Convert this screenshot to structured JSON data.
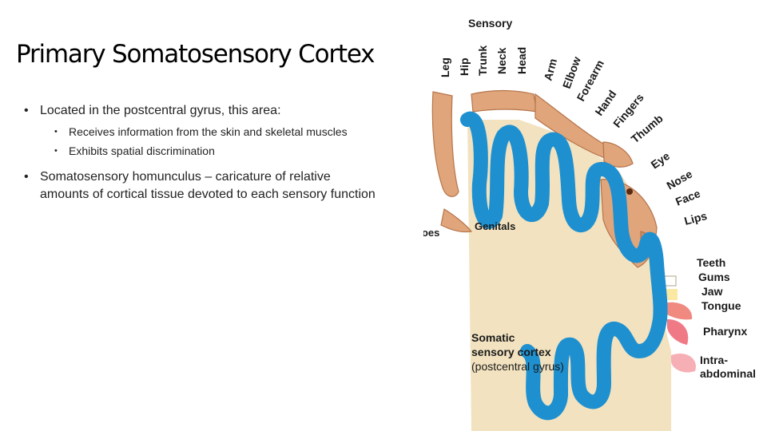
{
  "title": "Primary Somatosensory Cortex",
  "bullets": [
    {
      "text": "Located in the postcentral gyrus, this area:",
      "sub": [
        "Receives information from the skin and skeletal muscles",
        "Exhibits spatial discrimination"
      ]
    },
    {
      "text": "Somatosensory homunculus – caricature of relative amounts of cortical tissue devoted to each sensory function"
    }
  ],
  "figure": {
    "heading": "Sensory",
    "labels": {
      "leg": "Leg",
      "hip": "Hip",
      "trunk": "Trunk",
      "neck": "Neck",
      "head": "Head",
      "arm": "Arm",
      "elbow": "Elbow",
      "forearm": "Forearm",
      "hand": "Hand",
      "fingers": "Fingers",
      "thumb": "Thumb",
      "eye": "Eye",
      "nose": "Nose",
      "face": "Face",
      "lips": "Lips",
      "teeth": "Teeth",
      "gums": "Gums",
      "jaw": "Jaw",
      "tongue": "Tongue",
      "pharynx": "Pharynx",
      "intra1": "Intra-",
      "intra2": "abdominal",
      "genitals": "Genitals",
      "toes": "Toes"
    },
    "cortex_label": {
      "line1": "Somatic",
      "line2": "sensory cortex",
      "line3": "(postcentral gyrus)"
    },
    "colors": {
      "cortex_blue": "#1e90d0",
      "white_matter": "#f2e2bf",
      "homunculus": "#e0a57a"
    }
  }
}
